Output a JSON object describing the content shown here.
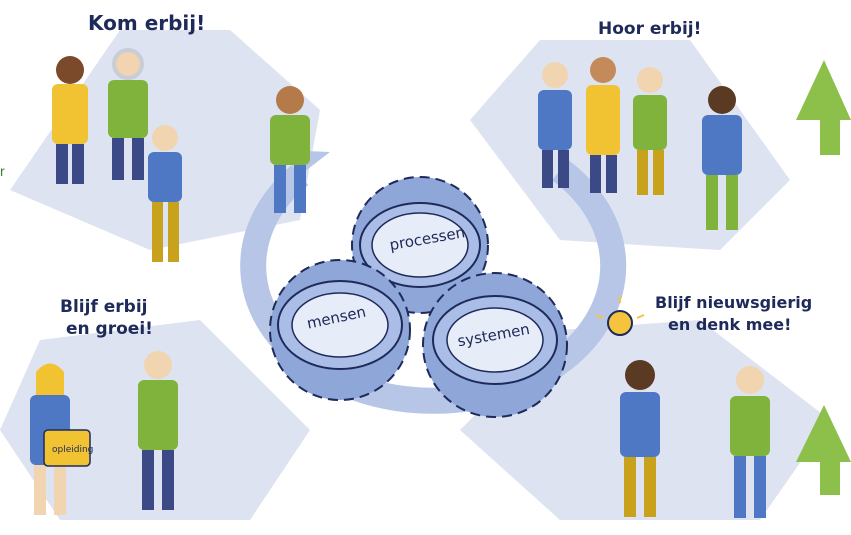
{
  "quadrants": {
    "top_left": {
      "label": "Kom erbij!"
    },
    "top_right": {
      "label": "Hoor erbij!"
    },
    "bottom_left": {
      "label_line1": "Blijf erbij",
      "label_line2": "en groei!"
    },
    "bottom_right": {
      "label_line1": "Blijf nieuwsgierig",
      "label_line2": "en denk mee!"
    }
  },
  "gears": {
    "top": "processen",
    "left": "mensen",
    "right": "systemen"
  },
  "bag_text": "opleiding",
  "left_edge_fragment": "r",
  "colors": {
    "hex_shape": "#dde3f1",
    "ring": "#b7c6e6",
    "gear": "#8ea6d8",
    "gear_dark": "#5c74b0",
    "ink": "#1e2a5a",
    "arrow": "#8cc04b",
    "shirt_green": "#7fb33b",
    "shirt_blue": "#4e78c4",
    "mustard": "#c9a21d"
  },
  "icons": [
    "green-arrow-up-icon",
    "lightbulb-icon",
    "gear-icon"
  ]
}
